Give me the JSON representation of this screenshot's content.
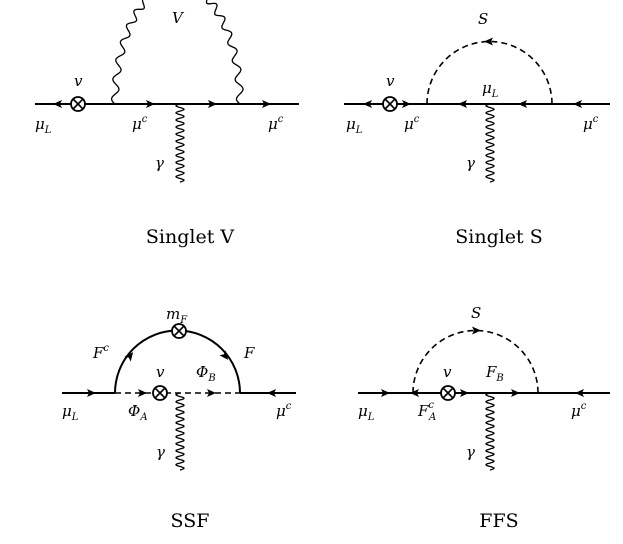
{
  "panels": {
    "singlet_v": {
      "caption": "Singlet V",
      "labels": {
        "vev": "v",
        "boson": "V",
        "muL": "μ",
        "muL_sub": "L",
        "muc_left": "μ",
        "muc_left_sup": "c",
        "muc_right": "μ",
        "muc_right_sup": "c",
        "gamma": "γ"
      }
    },
    "singlet_s": {
      "caption": "Singlet S",
      "labels": {
        "vev": "v",
        "scalar": "S",
        "loop_fermion": "μ",
        "loop_fermion_sub": "L",
        "muL": "μ",
        "muL_sub": "L",
        "muc_left": "μ",
        "muc_left_sup": "c",
        "muc_right": "μ",
        "muc_right_sup": "c",
        "gamma": "γ"
      }
    },
    "ssf": {
      "caption": "SSF",
      "labels": {
        "mass": "m",
        "mass_sub": "F",
        "Fc": "F",
        "Fc_sup": "c",
        "F": "F",
        "vev": "v",
        "PhiB": "Φ",
        "PhiB_sub": "B",
        "PhiA": "Φ",
        "PhiA_sub": "A",
        "muL": "μ",
        "muL_sub": "L",
        "muc": "μ",
        "muc_sup": "c",
        "gamma": "γ"
      }
    },
    "ffs": {
      "caption": "FFS",
      "labels": {
        "scalar": "S",
        "vev": "v",
        "FB": "F",
        "FB_sub": "B",
        "FAc": "F",
        "FAc_sup": "c",
        "FAc_sub": "A",
        "muL": "μ",
        "muL_sub": "L",
        "muc": "μ",
        "muc_sup": "c",
        "gamma": "γ"
      }
    }
  }
}
